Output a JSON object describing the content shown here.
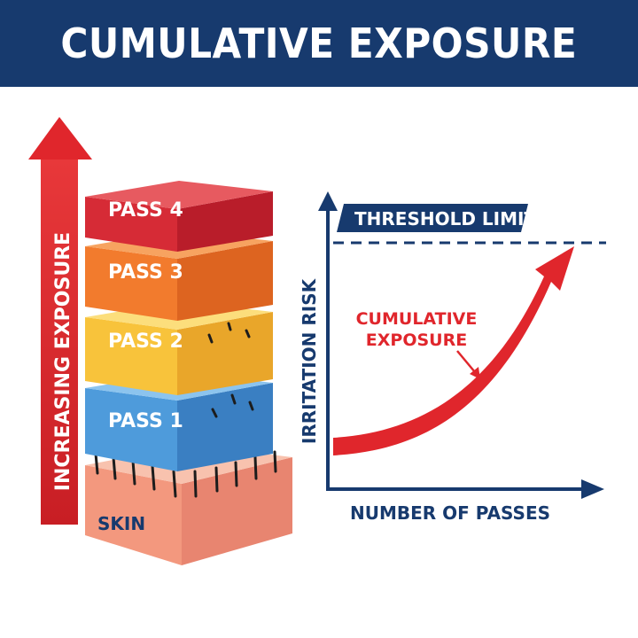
{
  "title": "CUMULATIVE EXPOSURE",
  "stack": {
    "side_label": "INCREASING EXPOSURE",
    "layers": [
      {
        "label": "PASS 4",
        "color": "#d62b36"
      },
      {
        "label": "PASS 3",
        "color": "#f07a2c"
      },
      {
        "label": "PASS 2",
        "color": "#f7c23a"
      },
      {
        "label": "PASS 1",
        "color": "#4f9fdc"
      }
    ],
    "base": {
      "label": "SKIN",
      "color": "#f6ad97"
    }
  },
  "chart": {
    "threshold_label": "THRESHOLD LIMIT",
    "y_label": "IRRITATION RISK",
    "x_label": "NUMBER OF PASSES",
    "curve_label_line1": "CUMULATIVE",
    "curve_label_line2": "EXPOSURE"
  },
  "colors": {
    "navy": "#173a6e",
    "arrow_red": "#e0262c"
  }
}
